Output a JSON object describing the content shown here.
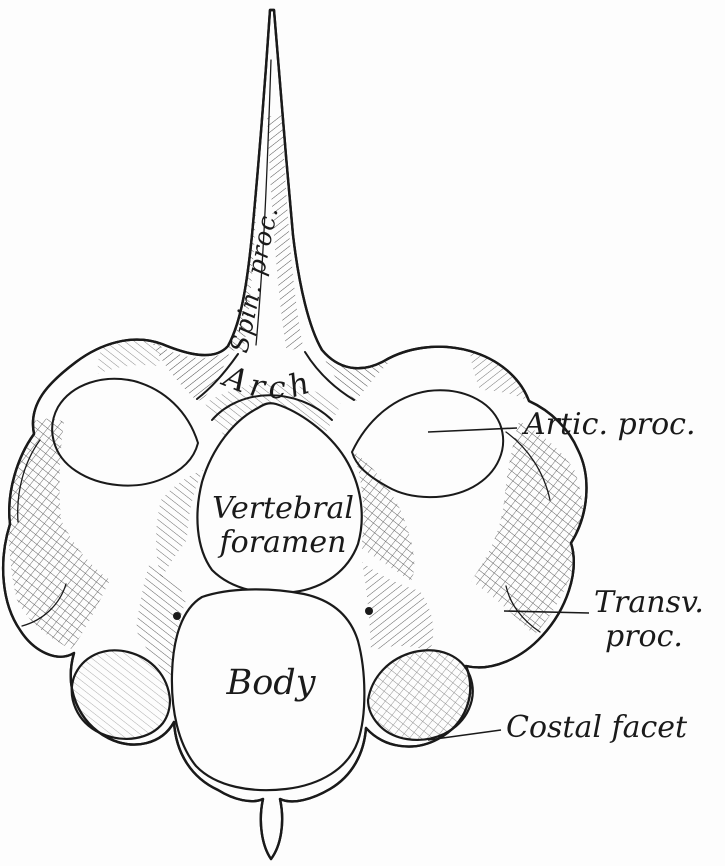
{
  "figure": {
    "labels": {
      "spin_proc": "Spin. proc.",
      "arch": "Arch",
      "artic_proc": "Artic. proc.",
      "vertebral_line1": "Vertebral",
      "vertebral_line2": "foramen",
      "transv_line1": "Transv.",
      "transv_line2": "proc.",
      "body": "Body",
      "costal_facet": "Costal facet"
    },
    "ink_color": "#1a1a1a",
    "paper_color": "#fdfdfd"
  }
}
